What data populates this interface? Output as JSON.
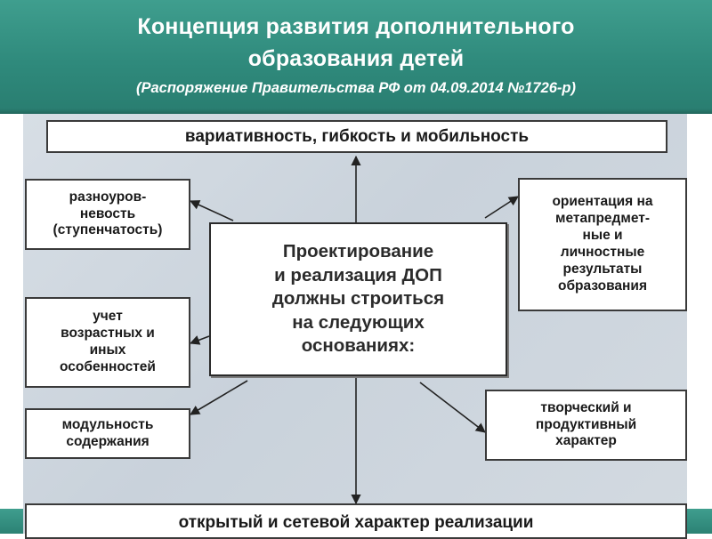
{
  "header": {
    "title_line1": "Концепция развития дополнительного",
    "title_line2": "образования детей",
    "subtitle": "(Распоряжение Правительства РФ от 04.09.2014 №1726-р)"
  },
  "diagram": {
    "center": "Проектирование\nи реализация ДОП\nдолжны строиться\nна следующих\nоснованиях:",
    "top": "вариативность, гибкость и мобильность",
    "left_top": "разноуров-\nневость\n(ступенчатость)",
    "left_middle": "учет\nвозрастных и\nиных\nособенностей",
    "left_bottom": "модульность\nсодержания",
    "right_top": "ориентация на\nметапредмет-\nные и\nличностные\nрезультаты\nобразования",
    "right_bottom": "творческий и\nпродуктивный\nхарактер",
    "bottom": "открытый и сетевой характер реализации"
  },
  "colors": {
    "header": "#2f8a7c",
    "diagram_background": "#cfd7df",
    "box_border": "#3a3a3a"
  }
}
